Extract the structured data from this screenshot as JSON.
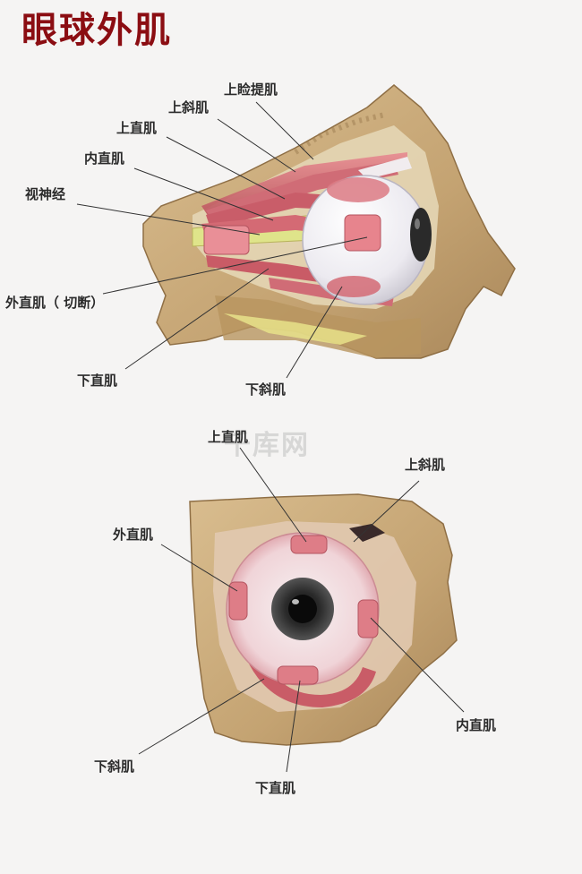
{
  "title": "眼球外肌",
  "watermark": "千库网",
  "side_view": {
    "labels": {
      "levator": "上睑提肌",
      "superior_oblique": "上斜肌",
      "superior_rectus": "上直肌",
      "medial_rectus": "内直肌",
      "optic_nerve": "视神经",
      "lateral_rectus_cut": "外直肌（ 切断）",
      "inferior_rectus": "下直肌",
      "inferior_oblique": "下斜肌"
    }
  },
  "front_view": {
    "labels": {
      "superior_rectus": "上直肌",
      "superior_oblique": "上斜肌",
      "lateral_rectus": "外直肌",
      "medial_rectus": "内直肌",
      "inferior_oblique": "下斜肌",
      "inferior_rectus": "下直肌"
    }
  },
  "colors": {
    "title": "#8b0d12",
    "bone": "#c9a97b",
    "muscle": "#d9707a",
    "eyeball": "#f3f1f4"
  }
}
